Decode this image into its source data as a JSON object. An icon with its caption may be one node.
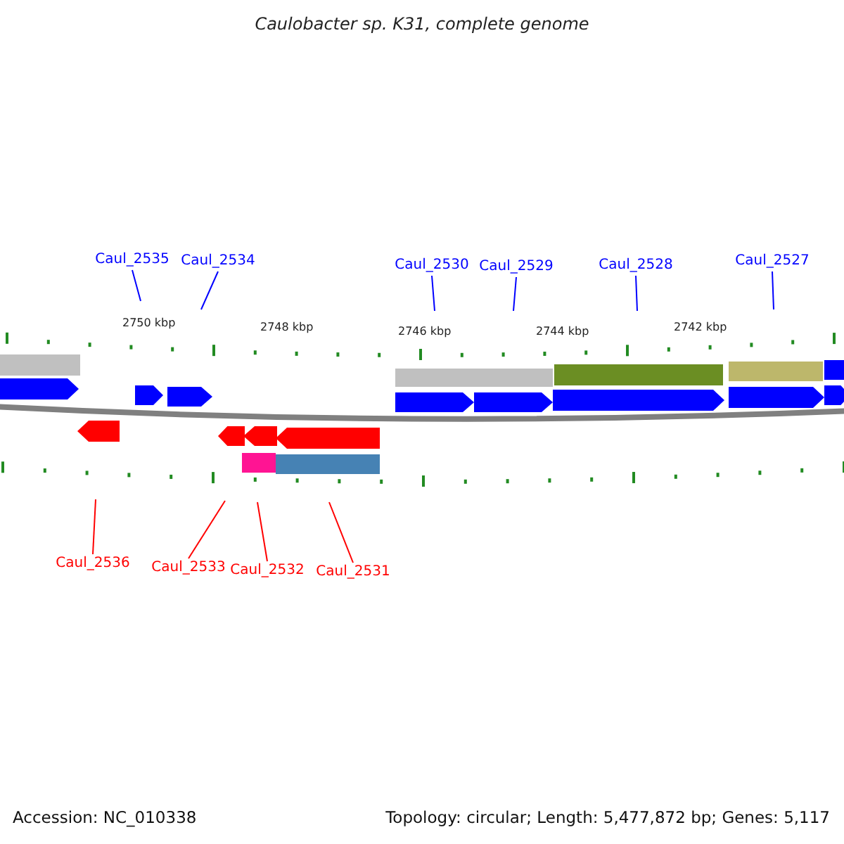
{
  "diagram": {
    "title": "Caulobacter sp. K31, complete genome",
    "nodes": [
      {
        "text": [
          "Caul_2535"
        ]
      },
      {
        "text": [
          "Caul_2534"
        ]
      },
      {
        "text": [
          "Caul_2530"
        ]
      },
      {
        "text": [
          "Caul_2529"
        ]
      },
      {
        "text": [
          "Caul_2528"
        ]
      },
      {
        "text": [
          "Caul_2527"
        ]
      },
      {
        "text": [
          "Caul_2536"
        ]
      },
      {
        "text": [
          "Caul_2533"
        ]
      },
      {
        "text": [
          "Caul_2532"
        ]
      },
      {
        "text": [
          "Caul_2531"
        ]
      }
    ],
    "edges": [
      {
        "from": 0,
        "to": null,
        "arrow": "none"
      },
      {
        "from": 1,
        "to": null,
        "arrow": "none"
      },
      {
        "from": 2,
        "to": null,
        "arrow": "none"
      },
      {
        "from": 3,
        "to": null,
        "arrow": "none"
      },
      {
        "from": 4,
        "to": null,
        "arrow": "none"
      },
      {
        "from": 5,
        "to": null,
        "arrow": "none"
      },
      {
        "from": 6,
        "to": null,
        "arrow": "none",
        "color": "#ff0000"
      },
      {
        "from": 7,
        "to": null,
        "arrow": "none",
        "color": "#ff0000"
      },
      {
        "from": 8,
        "to": null,
        "arrow": "none",
        "color": "#ff0000"
      },
      {
        "from": 9,
        "to": null,
        "arrow": "none",
        "color": "#ff0000"
      }
    ],
    "labels": [
      "2750 kbp",
      "2748 kbp",
      "2746 kbp",
      "2744 kbp",
      "2742 kbp",
      "Accession: NC_010338",
      "Topology: circular; Length: 5,477,872 bp; Genes: 5,117"
    ]
  }
}
